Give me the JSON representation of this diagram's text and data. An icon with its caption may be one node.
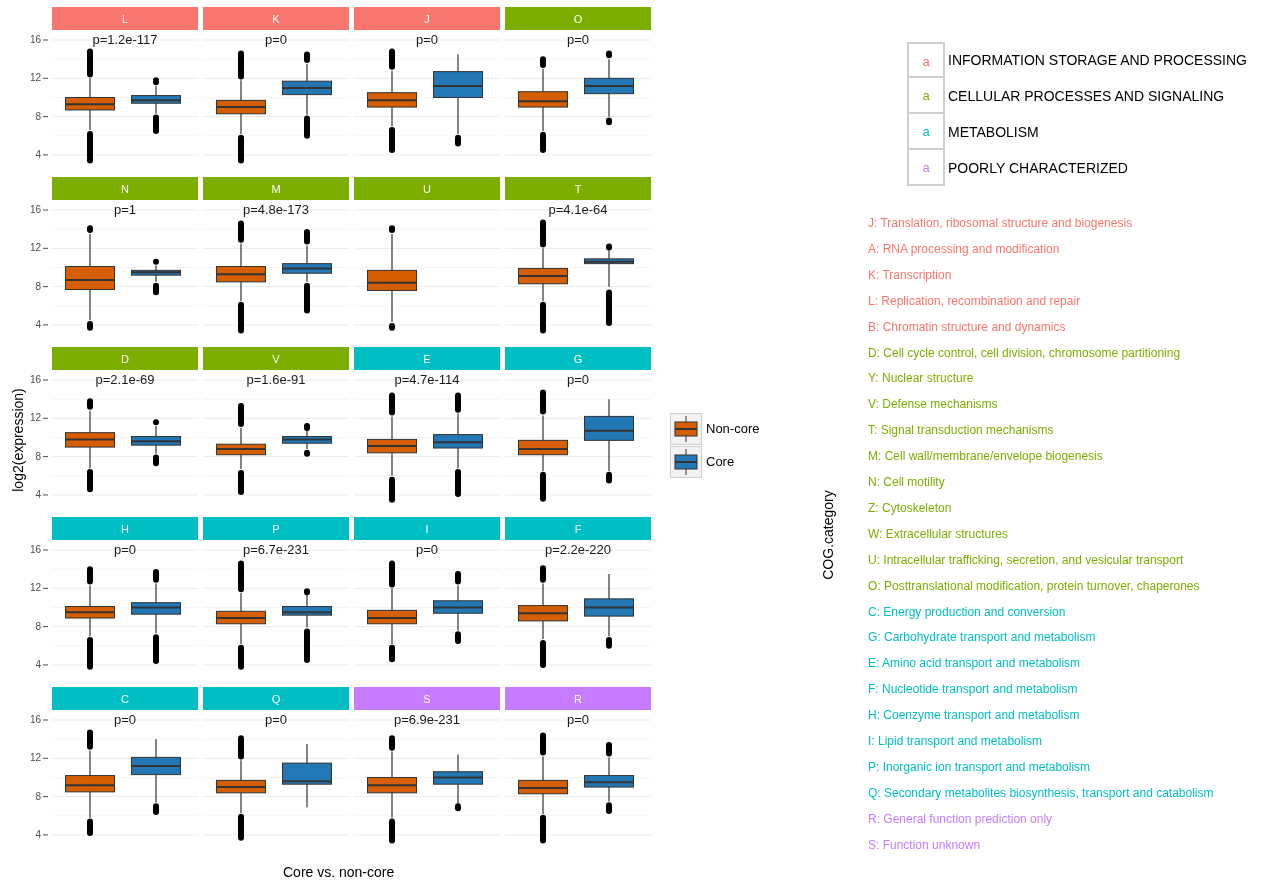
{
  "diagram": {
    "nodes": [
      {
        "text": [
          "L"
        ],
        "beside": [
          "p=1.2e-117"
        ]
      },
      {
        "text": [
          "K"
        ],
        "beside": [
          "p=0"
        ]
      },
      {
        "text": [
          "J"
        ],
        "beside": [
          "p=0"
        ]
      },
      {
        "text": [
          "O"
        ],
        "beside": [
          "p=0"
        ]
      },
      {
        "text": [
          "N"
        ],
        "beside": [
          "p=1"
        ]
      },
      {
        "text": [
          "M"
        ],
        "beside": [
          "p=4.8e-173"
        ]
      },
      {
        "text": [
          "U"
        ]
      },
      {
        "text": [
          "T"
        ],
        "beside": [
          "p=4.1e-64"
        ]
      },
      {
        "text": [
          "D"
        ],
        "beside": [
          "p=2.1e-69"
        ]
      },
      {
        "text": [
          "V"
        ],
        "beside": [
          "p=1.6e-91"
        ]
      },
      {
        "text": [
          "E"
        ],
        "beside": [
          "p=4.7e-114"
        ]
      },
      {
        "text": [
          "G"
        ],
        "beside": [
          "p=0"
        ]
      },
      {
        "text": [
          "H"
        ],
        "beside": [
          "p=0"
        ]
      },
      {
        "text": [
          "P"
        ],
        "beside": [
          "p=6.7e-231"
        ]
      },
      {
        "text": [
          "I"
        ],
        "beside": [
          "p=0"
        ]
      },
      {
        "text": [
          "F"
        ],
        "beside": [
          "p=2.2e-220"
        ]
      },
      {
        "text": [
          "C"
        ],
        "beside": [
          "p=0"
        ]
      },
      {
        "text": [
          "Q"
        ],
        "beside": [
          "p=0"
        ]
      },
      {
        "text": [
          "S"
        ],
        "beside": [
          "p=6.9e-231"
        ]
      },
      {
        "text": [
          "R"
        ],
        "beside": [
          "p=0"
        ]
      }
    ],
    "labels": [
      "16",
      "12",
      "8",
      "4",
      "16",
      "12",
      "8",
      "4",
      "16",
      "12",
      "8",
      "4",
      "16",
      "12",
      "8",
      "4",
      "16",
      "12",
      "8",
      "4",
      "log2(expression)",
      "Core vs. non-core",
      "a",
      "a",
      "a",
      "a",
      "COG.category",
      "J: Translation, ribosomal structure and biogenesis",
      "A: RNA processing and modification",
      "K: Transcription",
      "L: Replication, recombination and repair",
      "B: Chromatin structure and dynamics",
      "D: Cell cycle control, cell division, chromosome partitioning",
      "Y: Nuclear structure",
      "V: Defense mechanisms",
      "T: Signal transduction mechanisms",
      "M: Cell wall/membrane/envelope biogenesis",
      "N: Cell motility",
      "Z: Cytoskeleton",
      "W: Extracellular structures",
      "U: Intracellular trafficking, secretion, and vesicular transport",
      "O: Posttranslational modification, protein turnover, chaperones",
      "C: Energy production and conversion",
      "G: Carbohydrate transport and metabolism",
      "E: Amino acid transport and metabolism",
      "F: Nucleotide transport and metabolism",
      "H: Coenzyme transport and metabolism",
      "I: Lipid transport and metabolism",
      "P: Inorganic ion transport and metabolism",
      "Q: Secondary metabolites biosynthesis, transport and catabolism",
      "R: General function prediction only",
      "S: Function unknown"
    ],
    "legend": [
      {
        "text": "Non-core",
        "color": "#d55e00"
      },
      {
        "text": "Core",
        "color": "#2277b4"
      },
      {
        "text": "INFORMATION STORAGE AND PROCESSING",
        "color": "#f8766d"
      },
      {
        "text": "CELLULAR PROCESSES AND SIGNALING",
        "color": "#7cae00"
      },
      {
        "text": "METABOLISM",
        "color": "#00bfc4"
      },
      {
        "text": "POORLY CHARACTERIZED",
        "color": "#c77cff"
      }
    ]
  }
}
